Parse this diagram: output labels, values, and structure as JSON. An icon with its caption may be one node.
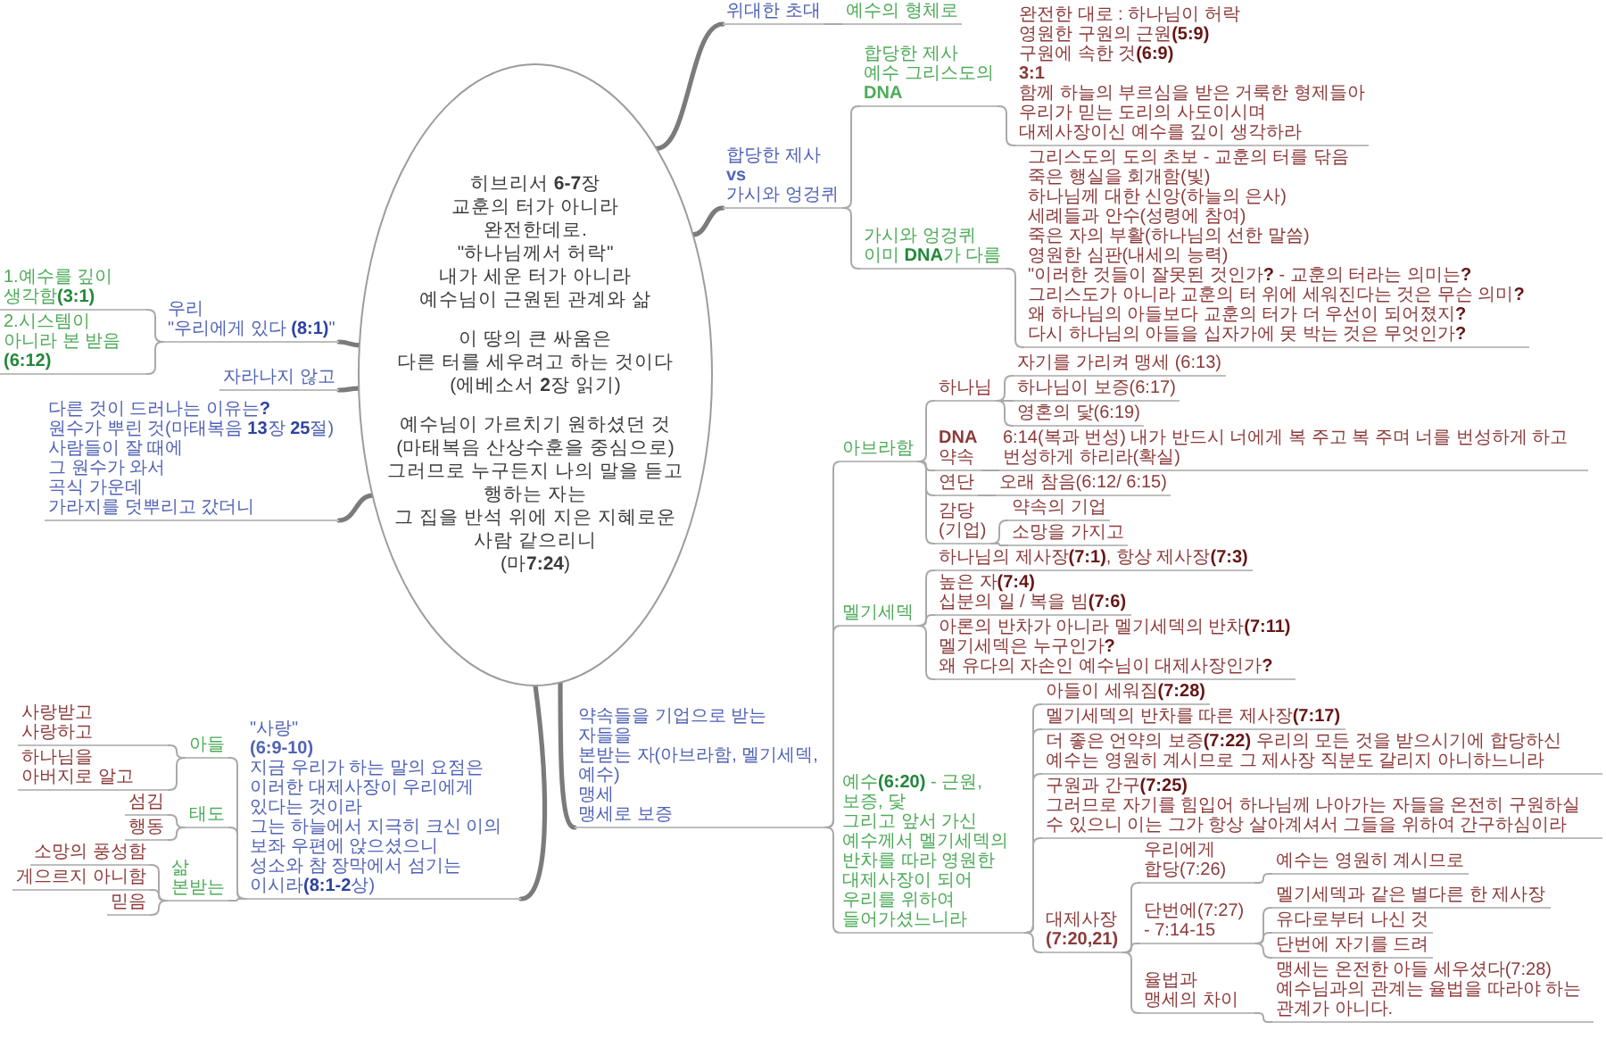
{
  "diagram": {
    "nodes": [
      {
        "text": [
          "히브리서 **6-7**장",
          "교훈의 터가 아니라",
          "완전한데로.",
          "\"하나님께서 허락\"",
          "내가 세운 터가 아니라",
          "예수님이 근원된 관계와 삶",
          "이 땅의 큰 싸움은",
          "다른 터를 세우려고 하는 것이다",
          "(에베소서 **2**장 읽기)",
          "예수님이 가르치기 원하셨던 것",
          "(마태복음 산상수훈을 중심으로)",
          "그러므로 누구든지 나의 말을 듣고",
          "행하는 자는",
          "그 집을 반석 위에 지은 지혜로운 사람 같으리니",
          "(마**7:24**)"
        ]
      },
      {
        "text": [
          "위대한 초대"
        ]
      },
      {
        "text": [
          "예수의 형체로"
        ]
      },
      {
        "text": [
          "합당한 제사",
          "vs",
          "가시와 엉겅퀴"
        ]
      },
      {
        "text": [
          "합당한 제사",
          "예수 그리스도의",
          "DNA"
        ]
      },
      {
        "text": [
          "완전한 대로 : 하나님이 허락",
          "영원한 구원의 근원**(5:9)**",
          "구원에 속한 것**(6:9)**",
          "3:1",
          "함께 하늘의 부르심을 받은 거룩한 형제들아",
          "우리가 믿는 도리의 사도이시며",
          "대제사장이신 예수를 깊이 생각하라"
        ]
      },
      {
        "text": [
          "가시와 엉겅퀴",
          "이미 **DNA**가 다름"
        ]
      },
      {
        "text": [
          "그리스도의 도의 초보 - 교훈의 터를 닦음",
          "죽은 행실을 회개함(빛)",
          "하나님께 대한 신앙(하늘의 은사)",
          "세례들과 안수(성령에 참여)",
          "죽은 자의 부활(하나님의 선한 말씀)",
          "영원한 심판(내세의 능력)",
          "\"이러한 것들이 잘못된 것인가**?** - 교훈의 터라는 의미는**?**",
          "그리스도가 아니라 교훈의 터 위에 세워진다는 것은 무슨 의미**?**",
          "왜 하나님의 아들보다 교훈의 터가 더 우선이 되어졌지**?**",
          "다시 하나님의 아들을 십자가에 못 박는 것은 무엇인가**?**"
        ]
      },
      {
        "text": [
          "\"사랑\"",
          "(6:9-10)",
          "지금 우리가 하는 말의 요점은",
          "이러한 대제사장이 우리에게 있다는 것이라",
          "그는 하늘에서 지극히 크신 이의",
          "보좌 우편에 앉으셨으니",
          "성소와 참 장막에서 섬기는 이시라**(8:1-2**상)"
        ]
      },
      {
        "text": [
          "아들"
        ]
      },
      {
        "text": [
          "사랑받고 사랑하고"
        ]
      },
      {
        "text": [
          "하나님을 아버지로 알고"
        ]
      },
      {
        "text": [
          "태도"
        ]
      },
      {
        "text": [
          "섬김"
        ]
      },
      {
        "text": [
          "행동"
        ]
      },
      {
        "text": [
          "삶",
          "본받는"
        ]
      },
      {
        "text": [
          "소망의 풍성함"
        ]
      },
      {
        "text": [
          "게으르지 아니함"
        ]
      },
      {
        "text": [
          "믿음"
        ]
      },
      {
        "text": [
          "우리",
          "\"우리에게 있다 **(8:1)**\""
        ]
      },
      {
        "text": [
          "1.예수를 깊이 생각함**(3:1)**"
        ]
      },
      {
        "text": [
          "2.시스템이 아니라 본 받음**(6:12)**"
        ]
      },
      {
        "text": [
          "자라나지 않고"
        ]
      },
      {
        "text": [
          "다른 것이 드러나는 이유는**?**",
          "원수가 뿌린 것(마태복음 **13**장 **25**절)",
          "사람들이 잘 때에",
          "그 원수가 와서",
          "곡식 가운데",
          "가라지를 덧뿌리고 갔더니"
        ]
      },
      {
        "text": [
          "약속들을 기업으로 받는 자들을",
          "본받는 자(아브라함, 멜기세덱, 예수)",
          "맹세",
          "맹세로 보증"
        ]
      },
      {
        "text": [
          "아브라함"
        ]
      },
      {
        "text": [
          "하나님"
        ]
      },
      {
        "text": [
          "자기를 가리켜 맹세 (6:13)"
        ]
      },
      {
        "text": [
          "하나님이 보증(6:17)"
        ]
      },
      {
        "text": [
          "영혼의 닻(6:19)"
        ]
      },
      {
        "text": [
          "DNA",
          "약속"
        ]
      },
      {
        "text": [
          "6:14(복과 번성) 내가 반드시 너에게 복 주고 복 주며 너를 번성하게 하고 번성하게 하리라(확실)"
        ]
      },
      {
        "text": [
          "연단"
        ]
      },
      {
        "text": [
          "오래 참음(6:12/ 6:15)"
        ]
      },
      {
        "text": [
          "감당",
          "(기업)"
        ]
      },
      {
        "text": [
          "약속의 기업"
        ]
      },
      {
        "text": [
          "소망을 가지고"
        ]
      },
      {
        "text": [
          "멜기세덱"
        ]
      },
      {
        "text": [
          "하나님의 제사장**(7:1)**, 항상 제사장**(7:3)**"
        ]
      },
      {
        "text": [
          "높은 자**(7:4)**",
          "십분의 일 / 복을 빔**(7:6)**"
        ]
      },
      {
        "text": [
          "아론의 반차가 아니라 멜기세덱의 반차**(7:11)**",
          "멜기세덱은 누구인가**?**",
          "왜 유다의 자손인 예수님이 대제사장인가**?**"
        ]
      },
      {
        "text": [
          "예수**(6:20)** - 근원, 보증, 닻",
          "그리고 앞서 가신 예수께서 멜기세덱의 반차를 따라 영원한 대제사장이 되어 우리를 위하여 들어가셨느니라"
        ]
      },
      {
        "text": [
          "아들이 세워짐**(7:28)**"
        ]
      },
      {
        "text": [
          "멜기세덱의 반차를 따른 제사장**(7:17)**"
        ]
      },
      {
        "text": [
          "더 좋은 언약의 보증**(7:22)** 우리의 모든 것을 받으시기에 합당하신 예수는 영원히 계시므로 그 제사장 직분도 갈리지 아니하느니라"
        ]
      },
      {
        "text": [
          "구원과 간구**(7:25)**",
          "그러므로 자기를 힘입어 하나님께 나아가는 자들을 온전히 구원하실 수 있으니 이는 그가 항상 살아계셔서 그들을 위하여 간구하심이라"
        ]
      },
      {
        "text": [
          "대제사장",
          "(7:20,21)"
        ]
      },
      {
        "text": [
          "우리에게 합당(7:26)"
        ]
      },
      {
        "text": [
          "예수는 영원히 계시므로"
        ]
      },
      {
        "text": [
          "단번에(7:27) - 7:14-15"
        ]
      },
      {
        "text": [
          "멜기세덱과 같은 별다른 한 제사장"
        ]
      },
      {
        "text": [
          "유다로부터 나신 것"
        ]
      },
      {
        "text": [
          "단번에 자기를 드려"
        ]
      },
      {
        "text": [
          "율법과 맹세의 차이"
        ]
      },
      {
        "text": [
          "맹세는 온전한 아들 세우셨다(7:28)",
          "예수님과의 관계는 율법을 따라야 하는 관계가 아니다."
        ]
      }
    ],
    "edges": [
      {
        "from": 0,
        "to": 1,
        "arrow": "none",
        "style": "thick"
      },
      {
        "from": 1,
        "to": 2,
        "arrow": "none"
      },
      {
        "from": 0,
        "to": 3,
        "arrow": "none",
        "style": "thick"
      },
      {
        "from": 3,
        "to": 4,
        "arrow": "none"
      },
      {
        "from": 4,
        "to": 5,
        "arrow": "none"
      },
      {
        "from": 3,
        "to": 6,
        "arrow": "none"
      },
      {
        "from": 6,
        "to": 7,
        "arrow": "none"
      },
      {
        "from": 0,
        "to": 8,
        "arrow": "none",
        "style": "thick"
      },
      {
        "from": 8,
        "to": 9,
        "arrow": "none"
      },
      {
        "from": 9,
        "to": 10,
        "arrow": "none"
      },
      {
        "from": 9,
        "to": 11,
        "arrow": "none"
      },
      {
        "from": 8,
        "to": 12,
        "arrow": "none"
      },
      {
        "from": 12,
        "to": 13,
        "arrow": "none"
      },
      {
        "from": 12,
        "to": 14,
        "arrow": "none"
      },
      {
        "from": 8,
        "to": 15,
        "arrow": "none"
      },
      {
        "from": 15,
        "to": 16,
        "arrow": "none"
      },
      {
        "from": 15,
        "to": 17,
        "arrow": "none"
      },
      {
        "from": 15,
        "to": 18,
        "arrow": "none"
      },
      {
        "from": 0,
        "to": 19,
        "arrow": "none",
        "style": "thick"
      },
      {
        "from": 19,
        "to": 20,
        "arrow": "none"
      },
      {
        "from": 19,
        "to": 21,
        "arrow": "none"
      },
      {
        "from": 0,
        "to": 22,
        "arrow": "none",
        "style": "thick"
      },
      {
        "from": 0,
        "to": 23,
        "arrow": "none",
        "style": "thick"
      },
      {
        "from": 0,
        "to": 24,
        "arrow": "none",
        "style": "thick"
      },
      {
        "from": 24,
        "to": 25,
        "arrow": "none"
      },
      {
        "from": 25,
        "to": 26,
        "arrow": "none"
      },
      {
        "from": 26,
        "to": 27,
        "arrow": "none"
      },
      {
        "from": 26,
        "to": 28,
        "arrow": "none"
      },
      {
        "from": 26,
        "to": 29,
        "arrow": "none"
      },
      {
        "from": 25,
        "to": 30,
        "arrow": "none"
      },
      {
        "from": 30,
        "to": 31,
        "arrow": "none"
      },
      {
        "from": 25,
        "to": 32,
        "arrow": "none"
      },
      {
        "from": 32,
        "to": 33,
        "arrow": "none"
      },
      {
        "from": 25,
        "to": 34,
        "arrow": "none"
      },
      {
        "from": 34,
        "to": 35,
        "arrow": "none"
      },
      {
        "from": 34,
        "to": 36,
        "arrow": "none"
      },
      {
        "from": 24,
        "to": 37,
        "arrow": "none"
      },
      {
        "from": 37,
        "to": 38,
        "arrow": "none"
      },
      {
        "from": 37,
        "to": 39,
        "arrow": "none"
      },
      {
        "from": 37,
        "to": 40,
        "arrow": "none"
      },
      {
        "from": 24,
        "to": 41,
        "arrow": "none"
      },
      {
        "from": 41,
        "to": 42,
        "arrow": "none"
      },
      {
        "from": 41,
        "to": 43,
        "arrow": "none"
      },
      {
        "from": 41,
        "to": 44,
        "arrow": "none"
      },
      {
        "from": 41,
        "to": 45,
        "arrow": "none"
      },
      {
        "from": 41,
        "to": 46,
        "arrow": "none"
      },
      {
        "from": 46,
        "to": 47,
        "arrow": "none"
      },
      {
        "from": 47,
        "to": 48,
        "arrow": "none"
      },
      {
        "from": 46,
        "to": 49,
        "arrow": "none"
      },
      {
        "from": 49,
        "to": 50,
        "arrow": "none"
      },
      {
        "from": 49,
        "to": 51,
        "arrow": "none"
      },
      {
        "from": 49,
        "to": 52,
        "arrow": "none"
      },
      {
        "from": 46,
        "to": 53,
        "arrow": "none"
      },
      {
        "from": 53,
        "to": 54,
        "arrow": "none"
      }
    ]
  }
}
